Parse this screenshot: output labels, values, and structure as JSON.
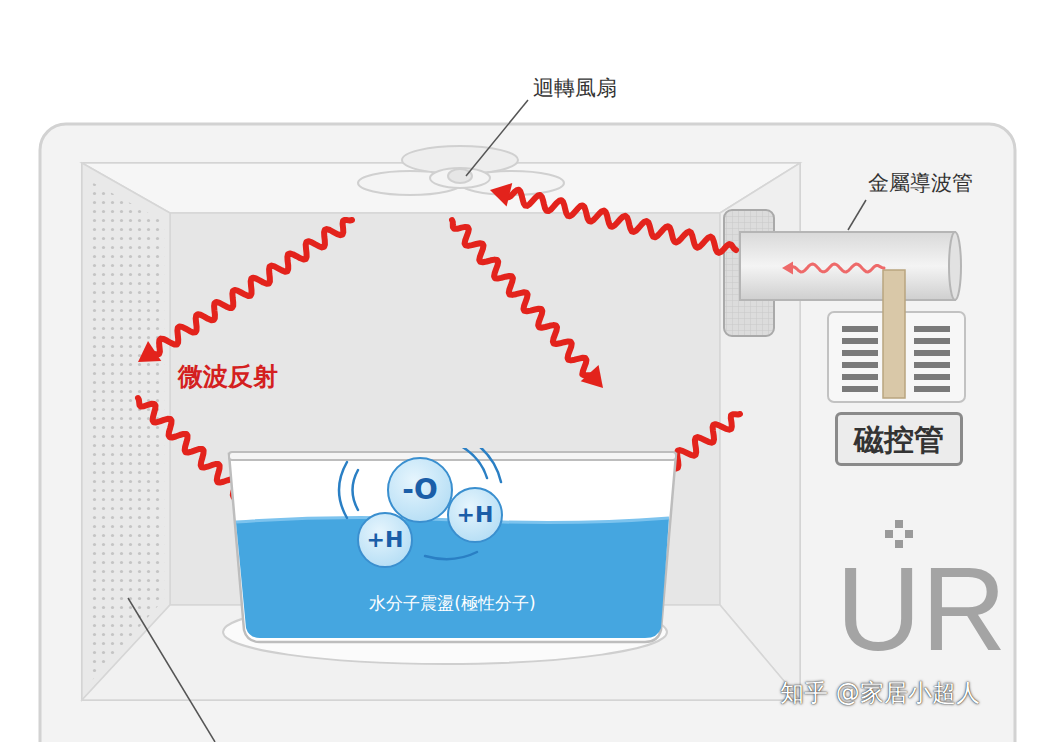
{
  "diagram": {
    "nodes": [
      {
        "text": [
          "磁控管"
        ]
      },
      {
        "text": [
          "水分子震盪(極性分子)"
        ]
      },
      {
        "text": [
          "-O"
        ],
        "in": 1
      },
      {
        "text": [
          "+H"
        ],
        "in": 1
      },
      {
        "text": [
          "+H"
        ],
        "in": 1
      }
    ],
    "labels": [
      "迴轉風扇",
      "金屬導波管",
      "微波反射",
      "UR",
      "知乎 @家居小超人"
    ]
  }
}
